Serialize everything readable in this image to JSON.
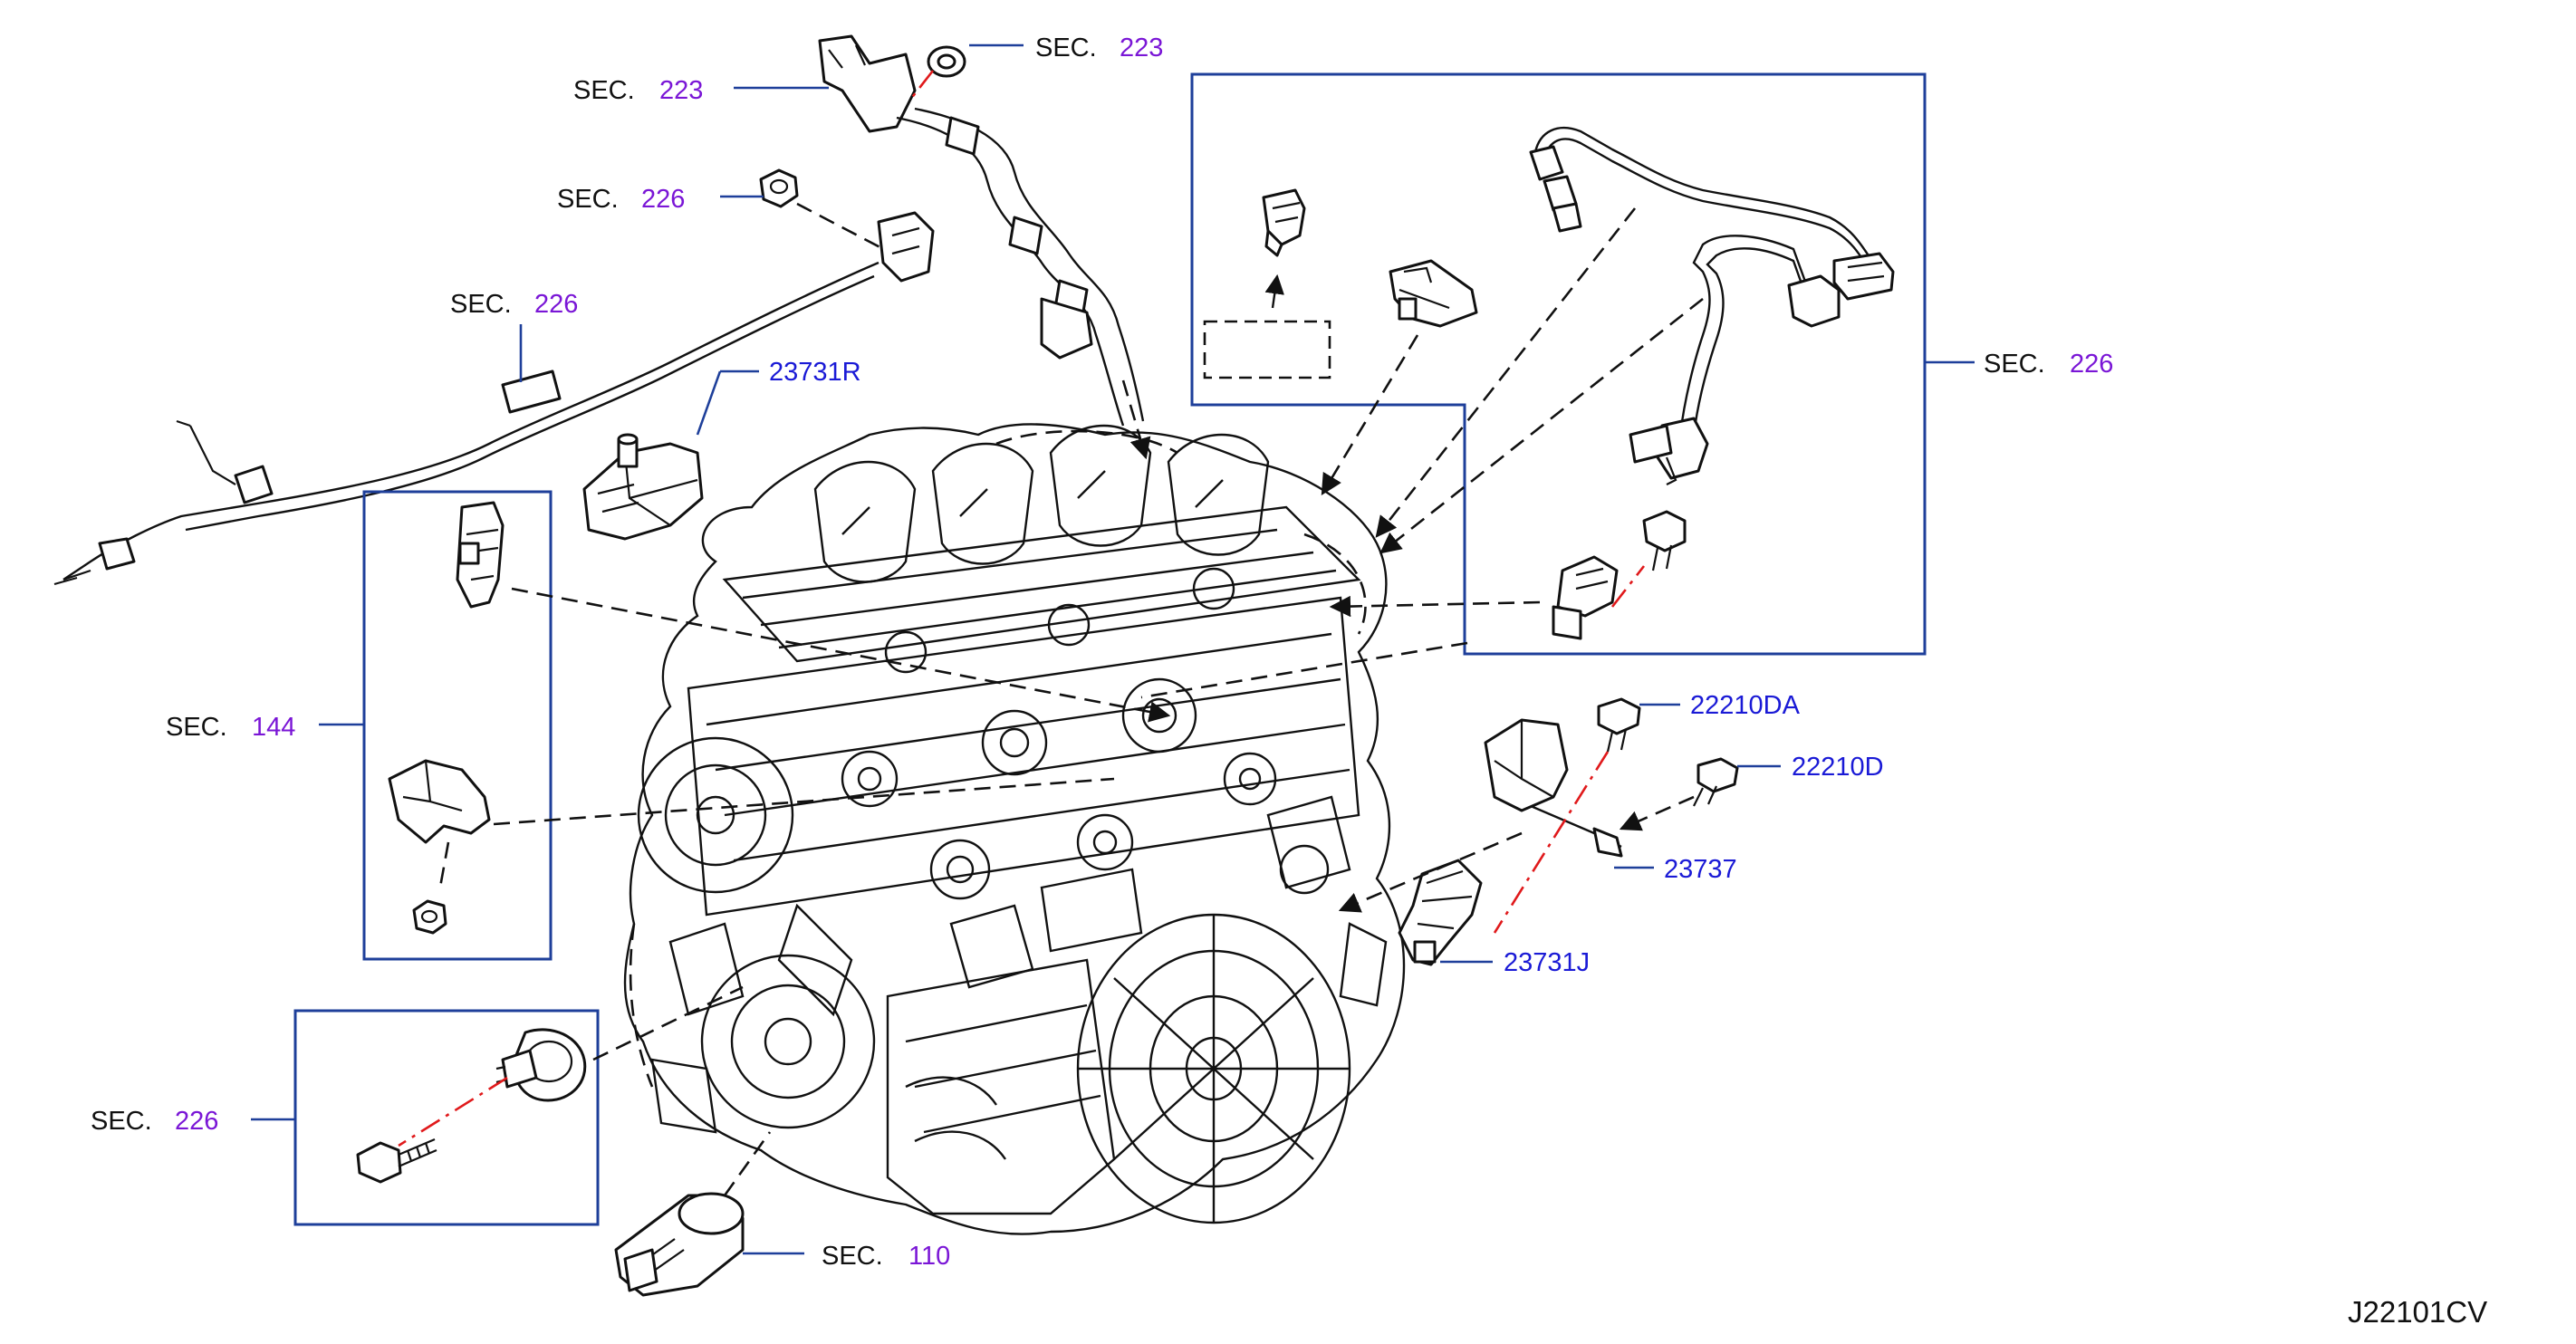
{
  "diagram_id": "J22101CV",
  "callouts": {
    "sec223_top": {
      "prefix": "SEC.",
      "number": "223"
    },
    "sec223_left": {
      "prefix": "SEC.",
      "number": "223"
    },
    "sec226_a": {
      "prefix": "SEC.",
      "number": "226"
    },
    "sec226_b": {
      "prefix": "SEC.",
      "number": "226"
    },
    "sec226_right": {
      "prefix": "SEC.",
      "number": "226"
    },
    "sec144": {
      "prefix": "SEC.",
      "number": "144"
    },
    "sec226_bottom": {
      "prefix": "SEC.",
      "number": "226"
    },
    "sec110": {
      "prefix": "SEC.",
      "number": "110"
    }
  },
  "part_numbers": {
    "p23731R": "23731R",
    "p22210DA": "22210DA",
    "p22210D": "22210D",
    "p23737": "23737",
    "p23731J": "23731J"
  },
  "colors": {
    "section_text": "#111111",
    "section_number": "#7a16d6",
    "part_number": "#1a1ad6",
    "box_stroke": "#1e3f9a",
    "center_line": "#e0191b"
  }
}
